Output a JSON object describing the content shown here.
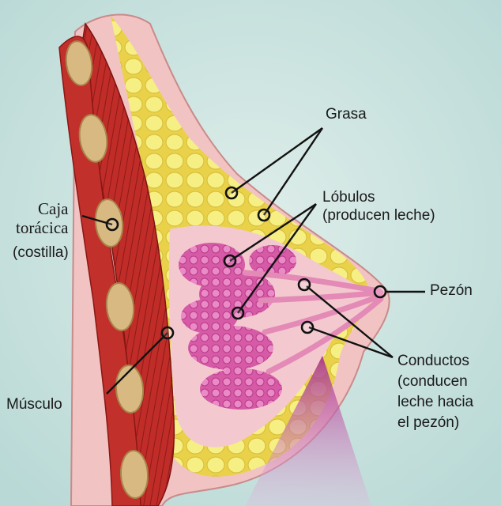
{
  "labels": {
    "grasa": "Grasa",
    "lobulos": "Lóbulos",
    "lobulos_desc": "(producen leche)",
    "caja": "Caja",
    "caja_line2": "torácica",
    "caja_line3": "(costilla)",
    "pezon": "Pezón",
    "musculo": "Músculo",
    "conductos": "Conductos",
    "conductos_line2": "(conducen",
    "conductos_line3": "leche hacia",
    "conductos_line4": "el pezón)"
  },
  "colors": {
    "background": "#c9e3e0",
    "fat": "#f2ea6a",
    "muscle": "#c8302c",
    "rib": "#d9b982",
    "skin": "#f3c9c8",
    "lobule": "#d95aa8",
    "duct": "#e58ab8",
    "leader": "#111111"
  }
}
